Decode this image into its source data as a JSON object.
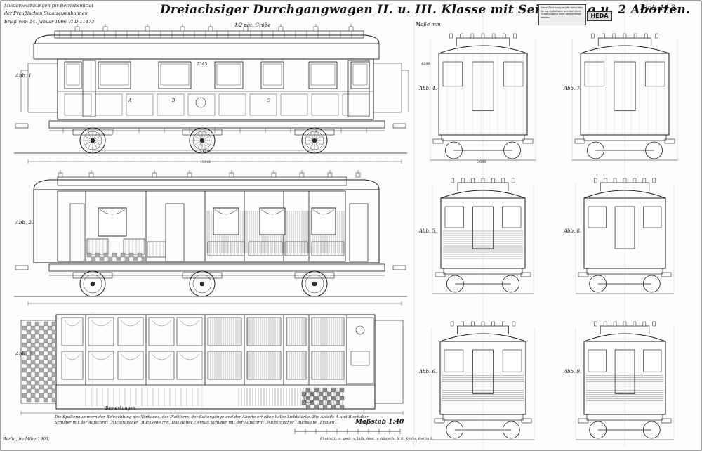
{
  "sheet": {
    "title": "Dreiachsiger Durchgangwagen II. u. III. Klasse mit Seitengang u. 2 Aborten.",
    "sheet_no": "Blatt 14 3.",
    "header_lines": [
      "Musterzeichnungen für Betriebsmittel",
      "der Preußischen Staatseisenbahnen",
      "Erlaß vom 14. Januar 1906 VI D 11473"
    ],
    "scale_note": "1/2 nat. Größe",
    "measure_note": "Maße mm",
    "stamp_text": "Diese Zeichnung wurde durch den Verlag digitalisiert und darf ohne Genehmigung nicht vervielfältigt werden.",
    "stamp_logo": "HEDA",
    "figures": [
      "Abb. 1.",
      "Abb. 2.",
      "Abb. 3.",
      "Abb. 4.",
      "Abb. 5.",
      "Abb. 6.",
      "Abb. 7.",
      "Abb. 8.",
      "Abb. 9."
    ],
    "car_number": "2345",
    "class_labels": [
      "A",
      "B",
      "C"
    ],
    "remarks_heading": "Bemerkungen.",
    "remarks": "Die Spaltennummern der Beleuchtung des Vorbaues, des Plattform, der Seitengänge und der Aborte erhalten halbe Lichtstärke. Die Abteile A und B erhalten Schilder mit der Aufschrift „Nichtraucher“ Rückseite frei. Das Abteil E erhält Schilder mit der Aufschrift „Nichtraucher“ Rückseite „Frauen“.",
    "footer_left": "Berlin, im März 1906.",
    "scale_label": "Maßstab 1:40",
    "litho_note": "Photolith. u. gedr. v. Lith. Anst. v. Albrecht & E. Keller, Berlin S."
  },
  "dims": {
    "length_overall": "15900",
    "axle_base": "11500",
    "width": "3090",
    "height": "4280"
  },
  "colors": {
    "paper": "#fdfdfb",
    "ink": "#1a1a1a",
    "hatch": "#555555",
    "pale": "#bdbdbd"
  }
}
